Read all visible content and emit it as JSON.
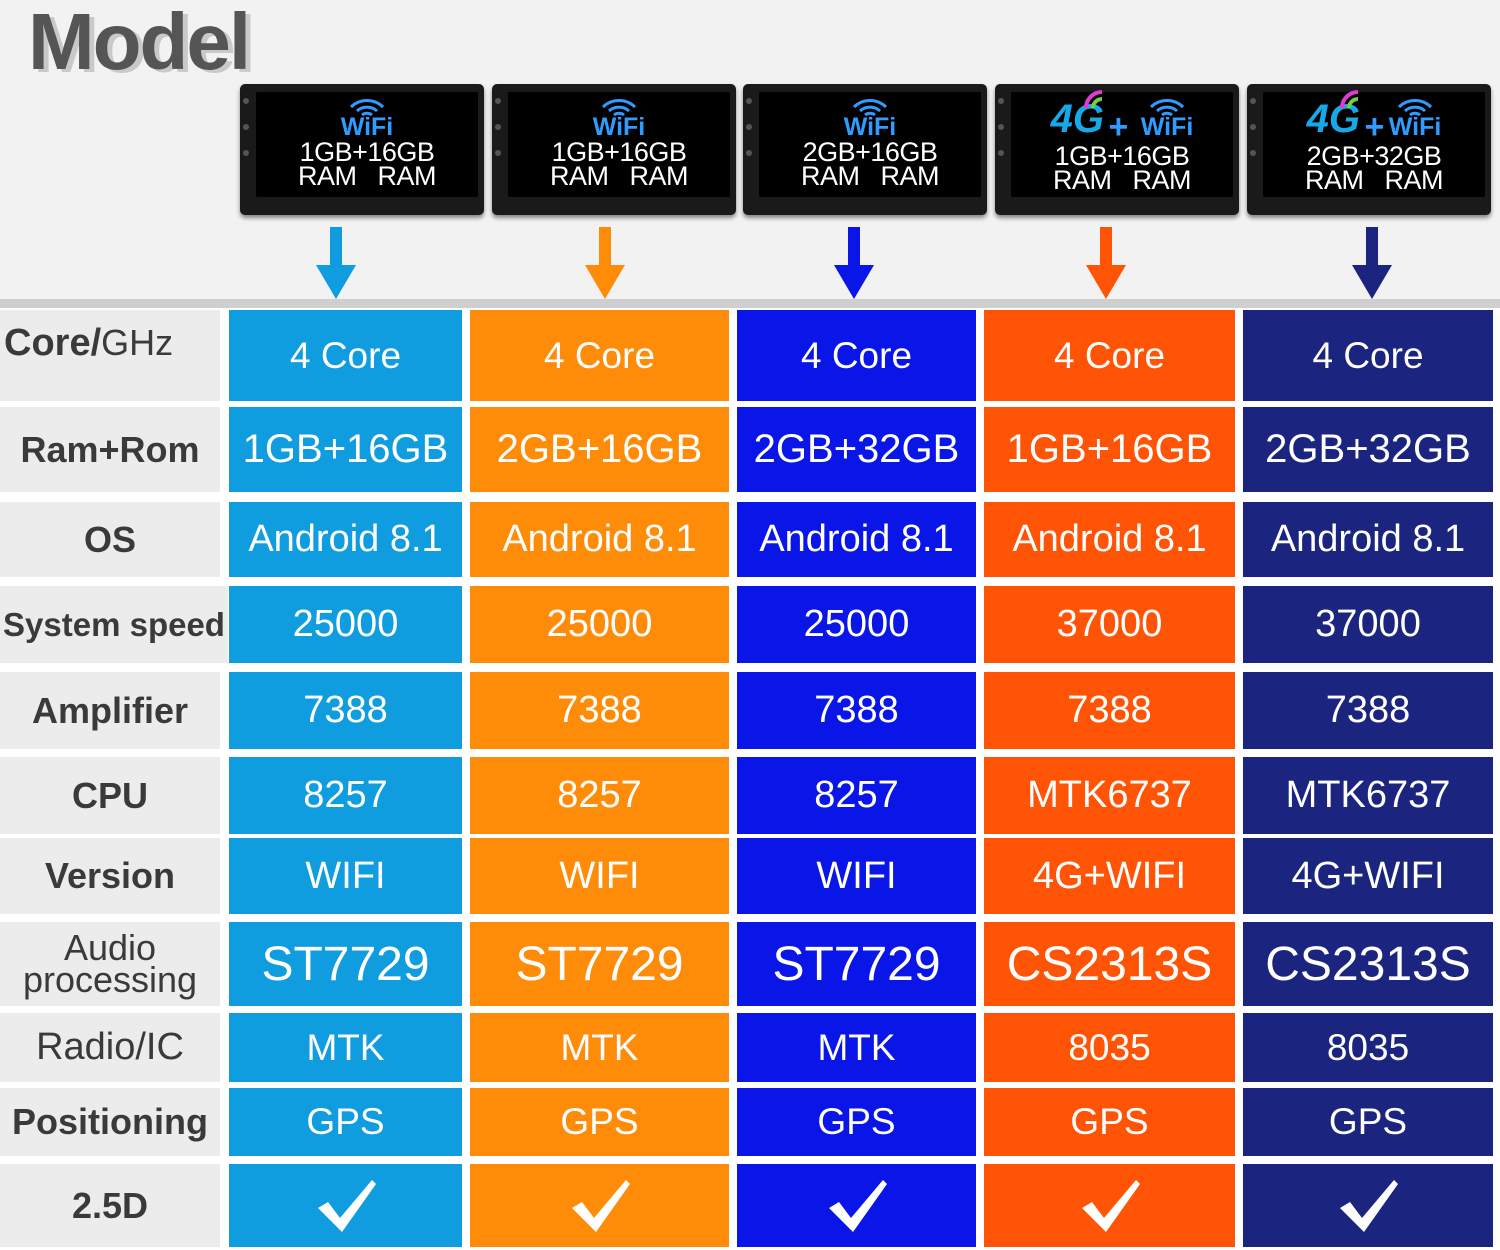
{
  "title": "Model",
  "models": [
    {
      "badge_4g": "",
      "wifi": "WiFi",
      "mem": "1GB+16GB",
      "mem_units": "RAM   RAM",
      "color": "#0f9de0"
    },
    {
      "badge_4g": "",
      "wifi": "WiFi",
      "mem": "1GB+16GB",
      "mem_units": "RAM   RAM",
      "color": "#ff8c09"
    },
    {
      "badge_4g": "",
      "wifi": "WiFi",
      "mem": "2GB+16GB",
      "mem_units": "RAM   RAM",
      "color": "#0a16e8"
    },
    {
      "badge_4g": "4G",
      "plus": "+",
      "wifi": "WiFi",
      "mem": "1GB+16GB",
      "mem_units": "RAM   RAM",
      "color": "#ff5406"
    },
    {
      "badge_4g": "4G",
      "plus": "+",
      "wifi": "WiFi",
      "mem": "2GB+32GB",
      "mem_units": "RAM   RAM",
      "color": "#1b247f"
    }
  ],
  "row_labels": {
    "core": {
      "main": "Core/",
      "sub": "GHz"
    },
    "ram_rom": "Ram+Rom",
    "os": "OS",
    "system_speed": "System speed",
    "amplifier": "Amplifier",
    "cpu": "CPU",
    "version": "Version",
    "audio_processing": {
      "line1": "Audio",
      "line2": "processing"
    },
    "radio_ic": "Radio/IC",
    "positioning": "Positioning",
    "display": "2.5D"
  },
  "rows": {
    "core": [
      "4 Core",
      "4 Core",
      "4 Core",
      "4 Core",
      "4 Core"
    ],
    "ram_rom": [
      "1GB+16GB",
      "2GB+16GB",
      "2GB+32GB",
      "1GB+16GB",
      "2GB+32GB"
    ],
    "os": [
      "Android 8.1",
      "Android 8.1",
      "Android 8.1",
      "Android 8.1",
      "Android 8.1"
    ],
    "system_speed": [
      "25000",
      "25000",
      "25000",
      "37000",
      "37000"
    ],
    "amplifier": [
      "7388",
      "7388",
      "7388",
      "7388",
      "7388"
    ],
    "cpu": [
      "8257",
      "8257",
      "8257",
      "MTK6737",
      "MTK6737"
    ],
    "version": [
      "WIFI",
      "WIFI",
      "WIFI",
      "4G+WIFI",
      "4G+WIFI"
    ],
    "audio_processing": [
      "ST7729",
      "ST7729",
      "ST7729",
      "CS2313S",
      "CS2313S"
    ],
    "radio_ic": [
      "MTK",
      "MTK",
      "MTK",
      "8035",
      "8035"
    ],
    "positioning": [
      "GPS",
      "GPS",
      "GPS",
      "GPS",
      "GPS"
    ],
    "display": [
      true,
      true,
      true,
      true,
      true
    ]
  },
  "icons": {
    "wifi": "wifi-icon",
    "arrow": "arrow-down-icon",
    "check": "checkmark-icon",
    "signal": "signal-arc-icon"
  }
}
